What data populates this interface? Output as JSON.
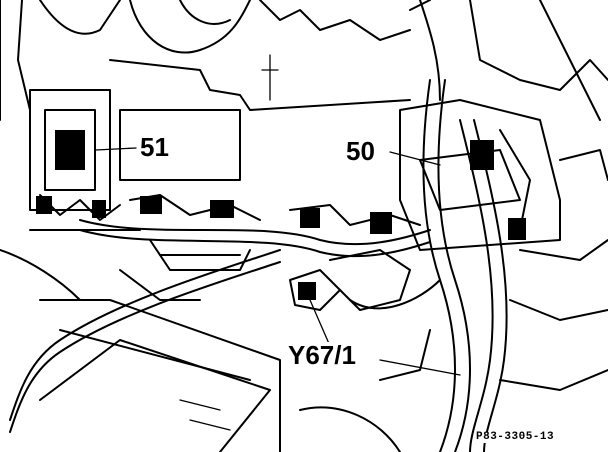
{
  "figure": {
    "callouts": {
      "c51": "51",
      "c50": "50",
      "cY67": "Y67/1"
    },
    "reference_code": "P83-3305-13"
  }
}
